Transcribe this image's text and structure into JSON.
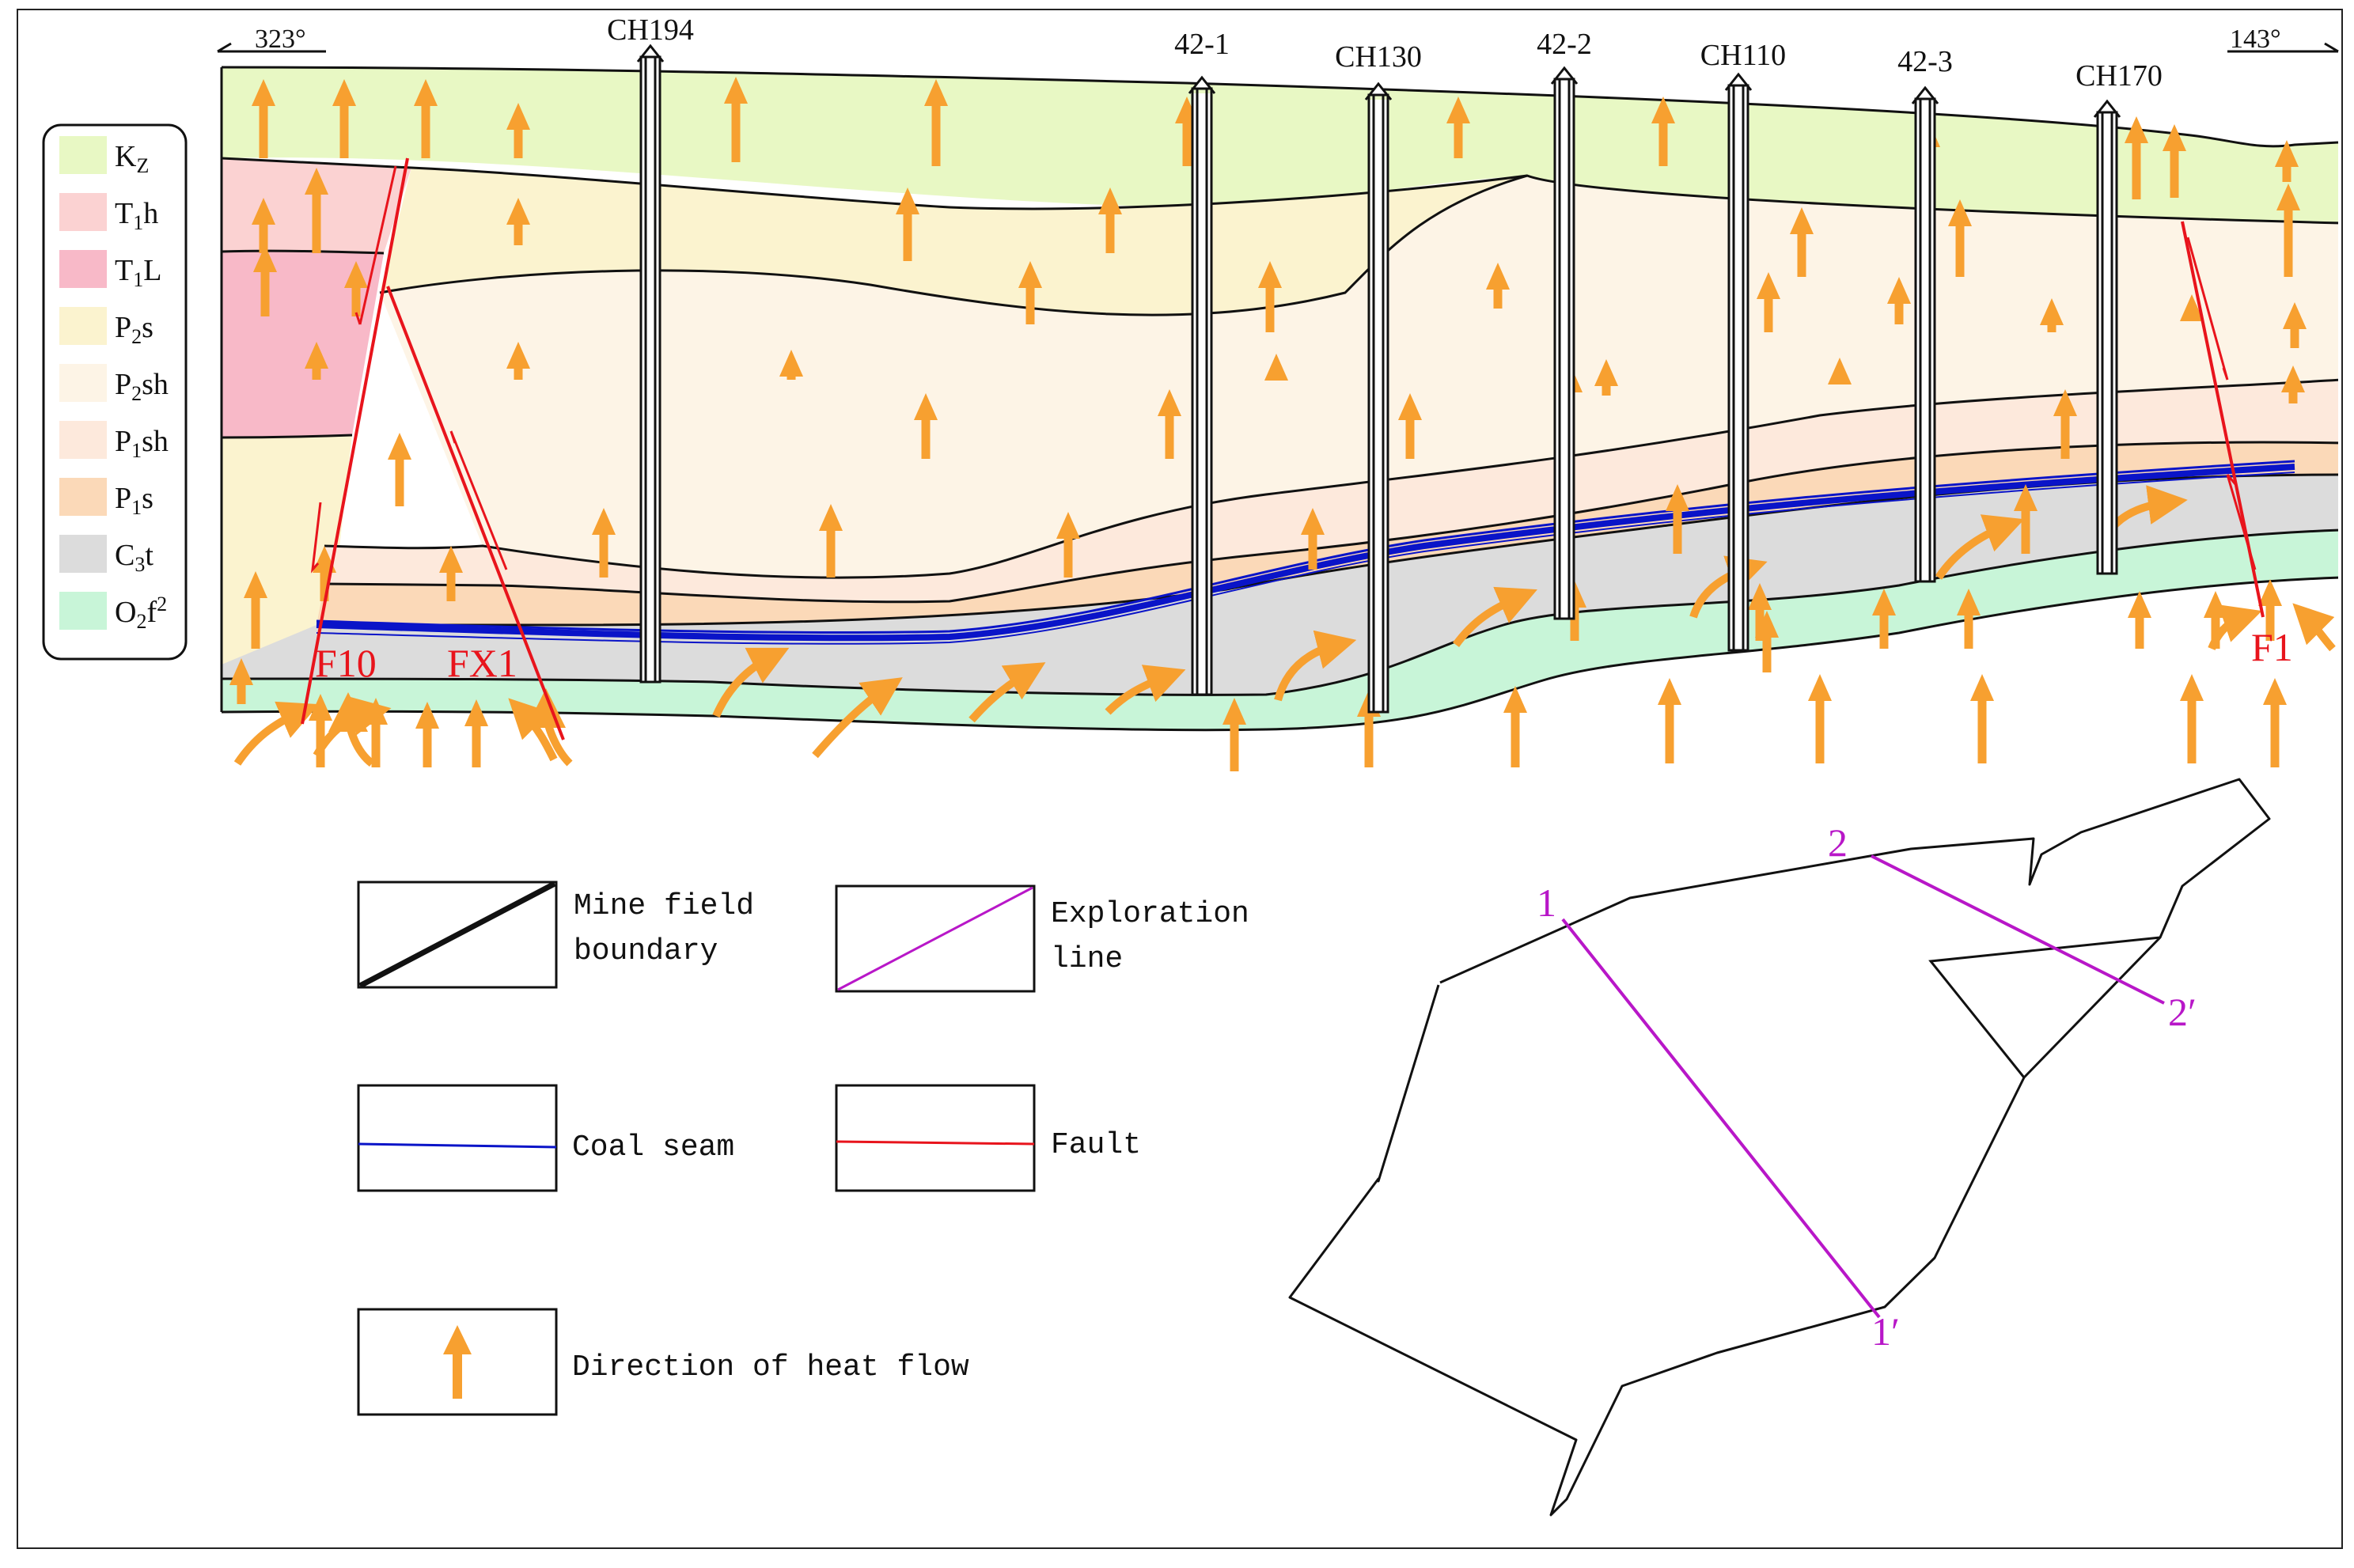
{
  "section": {
    "azimuth_left": "323°",
    "azimuth_right": "143°",
    "boreholes": [
      {
        "label": "CH194"
      },
      {
        "label": "42-1"
      },
      {
        "label": "CH130"
      },
      {
        "label": "42-2"
      },
      {
        "label": "CH110"
      },
      {
        "label": "42-3"
      },
      {
        "label": "CH170"
      }
    ],
    "faults": [
      {
        "label": "F10"
      },
      {
        "label": "FX1"
      },
      {
        "label": "F1"
      }
    ]
  },
  "strata_legend": [
    {
      "base": "K",
      "sub": "Z",
      "suffix": "",
      "sup": "",
      "color": "#e8f8c4"
    },
    {
      "base": "T",
      "sub": "1",
      "suffix": "h",
      "sup": "",
      "color": "#fbd2d2"
    },
    {
      "base": "T",
      "sub": "1",
      "suffix": "L",
      "sup": "",
      "color": "#f8b9c8"
    },
    {
      "base": "P",
      "sub": "2",
      "suffix": "s",
      "sup": "",
      "color": "#fbf3cf"
    },
    {
      "base": "P",
      "sub": "2",
      "suffix": "sh",
      "sup": "",
      "color": "#fdf4e6"
    },
    {
      "base": "P",
      "sub": "1",
      "suffix": "sh",
      "sup": "",
      "color": "#fde9dc"
    },
    {
      "base": "P",
      "sub": "1",
      "suffix": "s",
      "sup": "",
      "color": "#fbd9b8"
    },
    {
      "base": "C",
      "sub": "3",
      "suffix": "t",
      "sup": "",
      "color": "#dcdcdc"
    },
    {
      "base": "O",
      "sub": "2",
      "suffix": "f",
      "sup": "2",
      "color": "#c8f5d8"
    }
  ],
  "symbol_legend": {
    "mine_boundary_line1": "Mine field",
    "mine_boundary_line2": "boundary",
    "exploration_line1": "Exploration",
    "exploration_line2": "line",
    "coal_seam": "Coal seam",
    "fault": "Fault",
    "heat_flow": "Direction of heat flow"
  },
  "map": {
    "line1_start": "1",
    "line1_end": "1′",
    "line2_start": "2",
    "line2_end": "2′"
  },
  "colors": {
    "heat_arrow": "#f7a030",
    "fault": "#e8141c",
    "coal_seam": "#0a14c8",
    "exploration_line": "#b817c8",
    "label_purple": "#b817c8"
  }
}
